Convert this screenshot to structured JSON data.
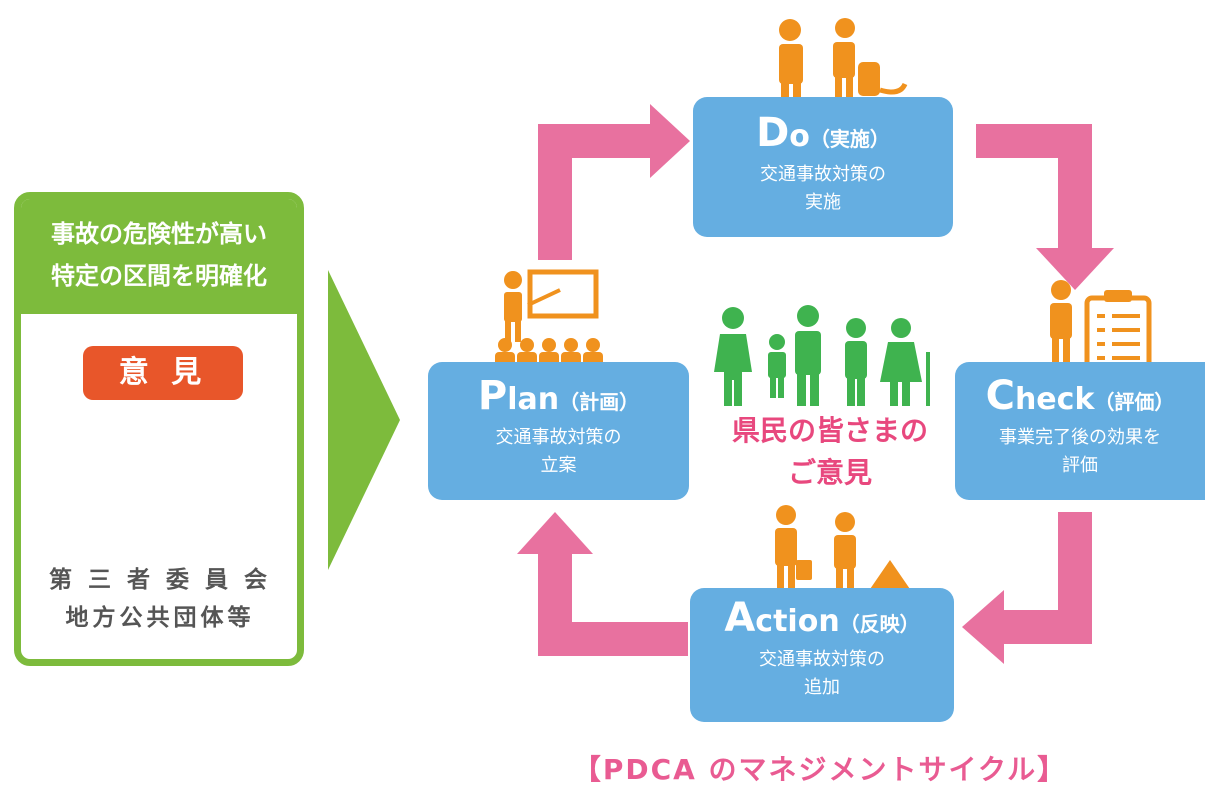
{
  "left_panel": {
    "header_line1": "事故の危険性が高い",
    "header_line2": "特定の区間を明確化",
    "opinion_label": "意 見",
    "org_line1": "第 三 者 委 員 会",
    "org_line2": "地方公共団体等"
  },
  "cycle": {
    "do": {
      "big": "D",
      "word": "o",
      "paren": "（実施）",
      "desc1": "交通事故対策の",
      "desc2": "実施"
    },
    "plan": {
      "big": "P",
      "word": "lan",
      "paren": "（計画）",
      "desc1": "交通事故対策の",
      "desc2": "立案"
    },
    "check": {
      "big": "C",
      "word": "heck",
      "paren": "（評価）",
      "desc1": "事業完了後の効果を",
      "desc2": "評価"
    },
    "action": {
      "big": "A",
      "word": "ction",
      "paren": "（反映）",
      "desc1": "交通事故対策の",
      "desc2": "追加"
    }
  },
  "center": {
    "line1": "県民の皆さまの",
    "line2": "ご意見"
  },
  "caption": "【PDCA のマネジメントサイクル】",
  "colors": {
    "green": "#7dbb3c",
    "blue": "#65aee1",
    "pink": "#e8719f",
    "orange": "#f0921e",
    "people_green": "#3fb34f",
    "red_orange": "#e8562a"
  },
  "icons": [
    "worker-icon",
    "presenter-icon",
    "checklist-icon",
    "people-group-icon",
    "family-icon"
  ]
}
